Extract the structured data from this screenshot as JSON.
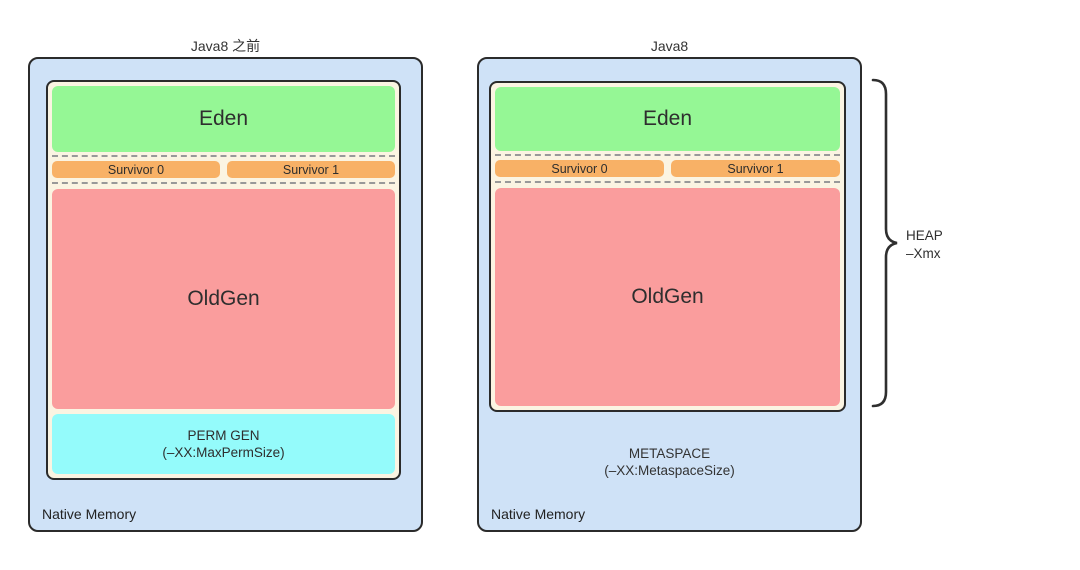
{
  "colors": {
    "panel_bg": "#cfe2f7",
    "heap_bg": "#fbf4e2",
    "eden": "#95f795",
    "survivor": "#f8b166",
    "oldgen": "#fa9d9d",
    "perm": "#94fbfb",
    "border": "#2b2b2b",
    "dash": "#999999",
    "text": "#2e2e2e"
  },
  "panels": [
    {
      "title": "Java8 之前",
      "eden": "Eden",
      "survivor0": "Survivor 0",
      "survivor1": "Survivor 1",
      "oldgen": "OldGen",
      "perm_line1": "PERM GEN",
      "perm_line2": "(–XX:MaxPermSize)",
      "native_label": "Native Memory"
    },
    {
      "title": "Java8",
      "eden": "Eden",
      "survivor0": "Survivor 0",
      "survivor1": "Survivor 1",
      "oldgen": "OldGen",
      "metaspace_line1": "METASPACE",
      "metaspace_line2": "(–XX:MetaspaceSize)",
      "native_label": "Native Memory"
    }
  ],
  "heap_annotation": {
    "line1": "HEAP",
    "line2": "–Xmx"
  }
}
